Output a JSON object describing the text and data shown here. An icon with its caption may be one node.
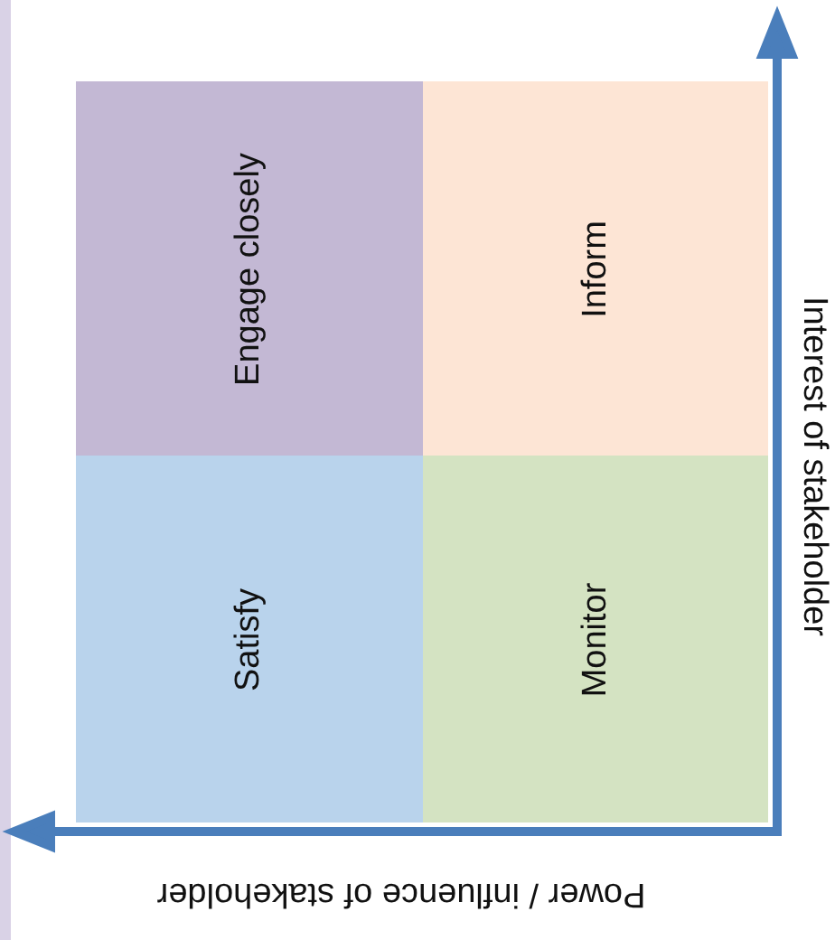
{
  "diagram": {
    "nodes": [
      {
        "text": [
          "Engage closely"
        ]
      },
      {
        "text": [
          "Inform"
        ]
      },
      {
        "text": [
          "Satisfy"
        ]
      },
      {
        "text": [
          "Monitor"
        ]
      }
    ],
    "labels": [
      "Interest of stakeholder",
      "Power / influence of stakeholder"
    ]
  }
}
